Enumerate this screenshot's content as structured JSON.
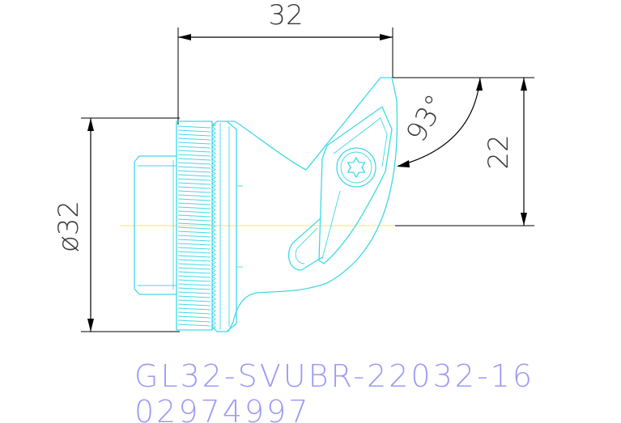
{
  "dimensions": {
    "width_label": "32",
    "diameter_label": "ø32",
    "height_label": "22",
    "angle_label": "93°"
  },
  "part_codes": {
    "designation": "GL32-SVUBR-22032-16",
    "order_number": "02974997"
  },
  "colors": {
    "part_outline": "#3fd9e6",
    "centerline": "#ffe94a",
    "dimension": "#000000",
    "code_text": "#9b9bf4"
  }
}
